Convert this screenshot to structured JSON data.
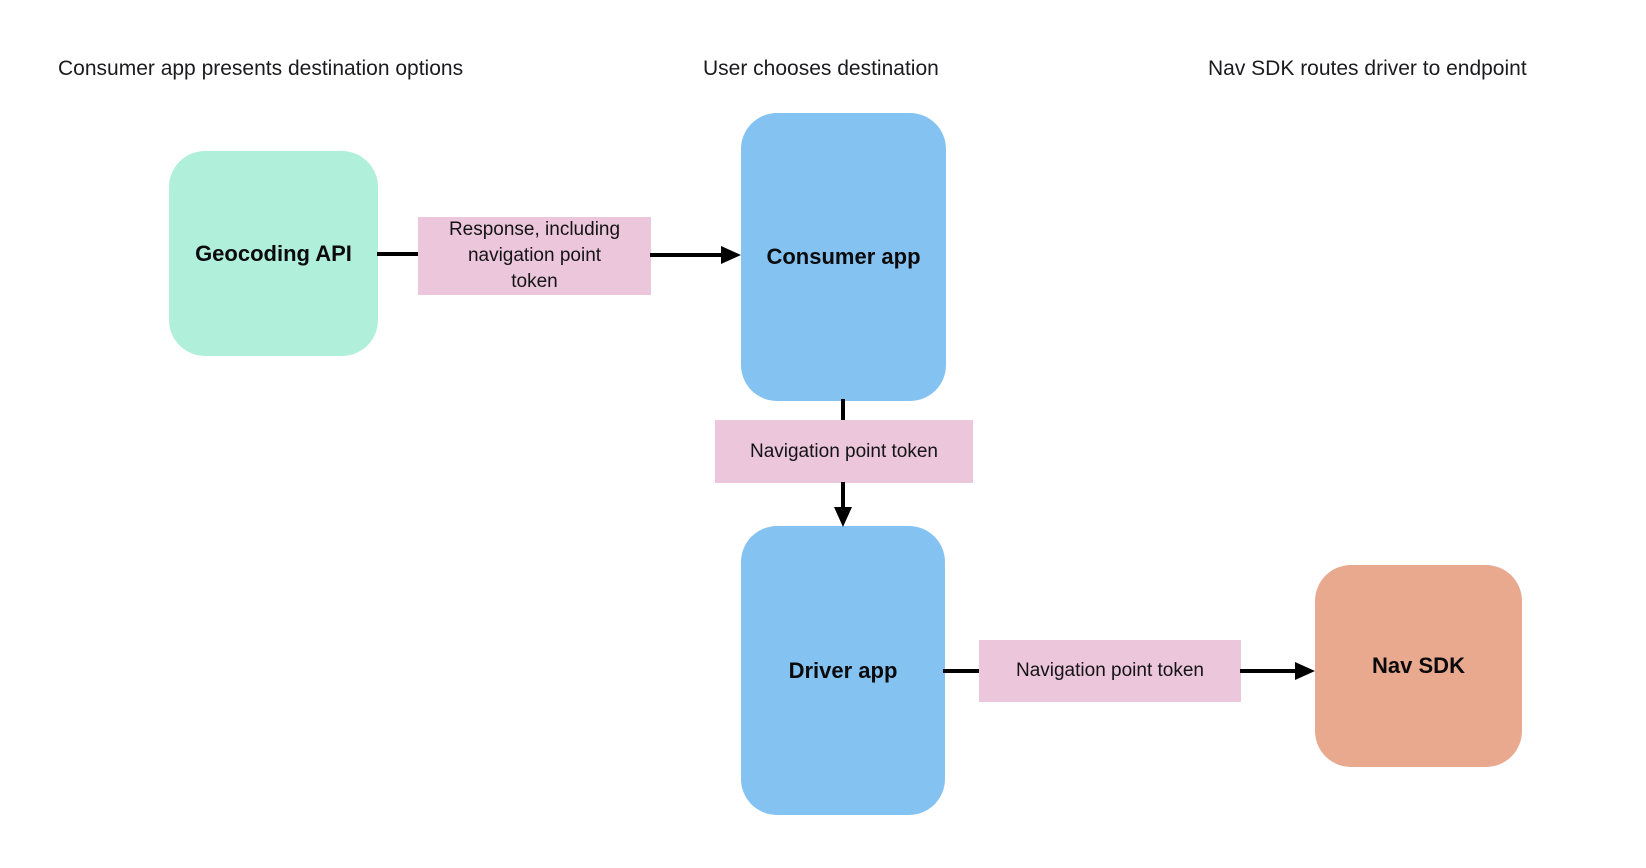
{
  "page": {
    "background": "#ffffff",
    "text_color": "#1b1b1f",
    "arrow_color": "#000000"
  },
  "columns": [
    {
      "title": "Consumer app presents destination options"
    },
    {
      "title": "User chooses destination"
    },
    {
      "title": "Nav SDK routes driver to endpoint"
    }
  ],
  "nodes": {
    "geocoding_api": {
      "label": "Geocoding API",
      "fill": "#B0F0DA"
    },
    "consumer_app": {
      "label": "Consumer app",
      "fill": "#84C3F1"
    },
    "driver_app": {
      "label": "Driver app",
      "fill": "#84C3F1"
    },
    "nav_sdk": {
      "label": "Nav SDK",
      "fill": "#E8A98F"
    }
  },
  "edges": {
    "geocoding_to_consumer": {
      "from": "Geocoding API",
      "to": "Consumer app",
      "label": "Response, including navigation point token",
      "label_fill": "#ECC6DB"
    },
    "consumer_to_driver": {
      "from": "Consumer app",
      "to": "Driver app",
      "label": "Navigation point token",
      "label_fill": "#ECC6DB"
    },
    "driver_to_navsdk": {
      "from": "Driver app",
      "to": "Nav SDK",
      "label": "Navigation point token",
      "label_fill": "#ECC6DB"
    }
  }
}
